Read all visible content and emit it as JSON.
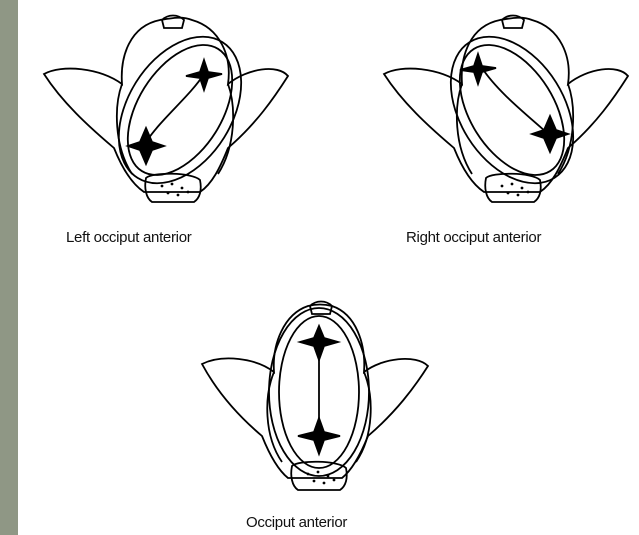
{
  "figures": [
    {
      "id": "loa",
      "caption": "Left occiput anterior"
    },
    {
      "id": "roa",
      "caption": "Right occiput anterior"
    },
    {
      "id": "oa",
      "caption": "Occiput anterior"
    }
  ],
  "colors": {
    "frame": "#8f9785",
    "panel": "#ffffff",
    "ink": "#000000"
  }
}
